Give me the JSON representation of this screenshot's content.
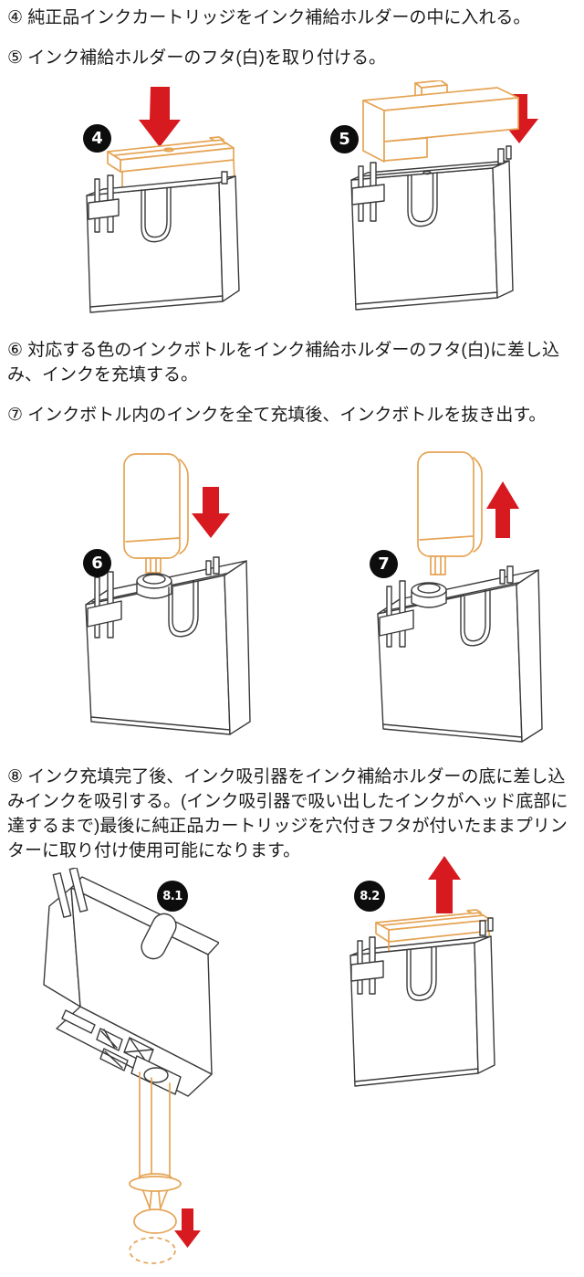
{
  "colors": {
    "background": "#ffffff",
    "text": "#1a1a1a",
    "line_art": "#3a3a3a",
    "highlight_orange": "#e5a455",
    "arrow_red": "#d71920",
    "badge_background": "#0d0d0d",
    "badge_text": "#ffffff"
  },
  "steps": [
    {
      "text": "④ 純正品インクカートリッジをインク補給ホルダーの中に入れる。"
    },
    {
      "text": "⑤ インク補給ホルダーのフタ(白)を取り付ける。"
    },
    {
      "text": "⑥ 対応する色のインクボトルをインク補給ホルダーのフタ(白)に差し込み、インクを充填する。"
    },
    {
      "text": "⑦ インクボトル内のインクを全て充填後、インクボトルを抜き出す。"
    },
    {
      "text": "⑧ インク充填完了後、インク吸引器をインク補給ホルダーの底に差し込みインクを吸引する。(インク吸引器で吸い出したインクがヘッド底部に達するまで)最後に純正品カートリッジを穴付きフタが付いたままプリンターに取り付け使用可能になります。"
    }
  ],
  "figures": [
    {
      "badge": "4"
    },
    {
      "badge": "5"
    },
    {
      "badge": "6"
    },
    {
      "badge": "7"
    },
    {
      "badge": "8.1"
    },
    {
      "badge": "8.2"
    }
  ]
}
